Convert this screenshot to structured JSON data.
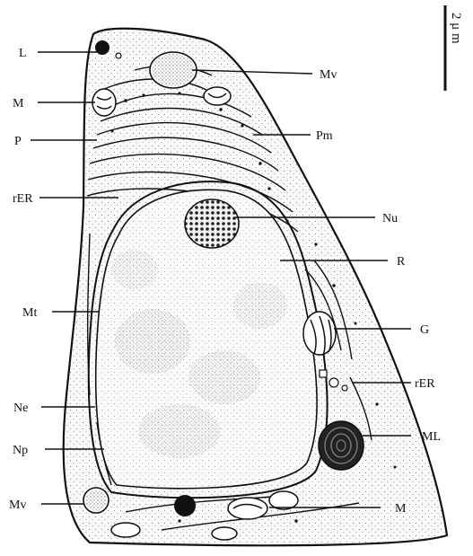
{
  "diagram": {
    "scale_bar": {
      "text": "2 μ m"
    },
    "labels": {
      "L": "L",
      "Mv_top": "Mv",
      "M_top": "M",
      "Pm": "Pm",
      "P": "P",
      "rER_left": "rER",
      "Nu": "Nu",
      "R": "R",
      "Mt": "Mt",
      "G": "G",
      "rER_right": "rER",
      "Ne": "Ne",
      "ML": "ML",
      "Np": "Np",
      "Mv_bottom": "Mv",
      "M_bottom": "M"
    }
  }
}
